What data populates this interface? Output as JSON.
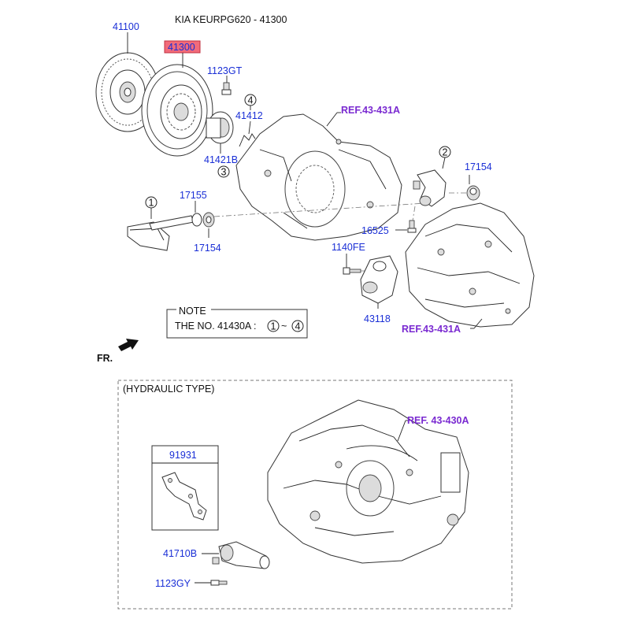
{
  "title": "KIA KEURPG620 - 41300",
  "labels": {
    "p41100": "41100",
    "p41300": "41300",
    "p1123GT": "1123GT",
    "p41412": "41412",
    "p41421B": "41421B",
    "p17155": "17155",
    "p17154a": "17154",
    "p17154b": "17154",
    "p16525": "16525",
    "p1140FE": "1140FE",
    "p43118": "43118",
    "p91931": "91931",
    "p41710B": "41710B",
    "p1123GY": "1123GY"
  },
  "refs": {
    "ref1": "REF.43-431A",
    "ref2": "REF.43-431A",
    "ref3": "REF. 43-430A"
  },
  "callouts": [
    "1",
    "2",
    "3",
    "4"
  ],
  "note": {
    "heading": "NOTE",
    "text": "THE NO. 41430A :",
    "from": "1",
    "sep": "~",
    "to": "4"
  },
  "fr": "FR.",
  "hydraulic": "(HYDRAULIC TYPE)",
  "colors": {
    "partno": "#1a2fd6",
    "ref": "#7a2ad1",
    "highlight": "#f26b7a"
  }
}
